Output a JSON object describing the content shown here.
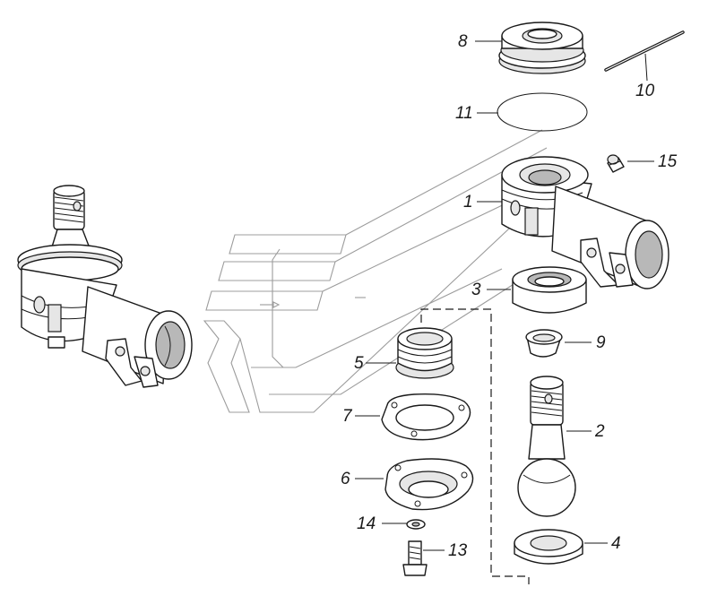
{
  "callouts": {
    "c1": "1",
    "c2": "2",
    "c3": "3",
    "c4": "4",
    "c5": "5",
    "c6": "6",
    "c7": "7",
    "c8": "8",
    "c9": "9",
    "c10": "10",
    "c11": "11",
    "c13": "13",
    "c14": "14",
    "c15": "15"
  },
  "colors": {
    "line": "#1a1a1a",
    "watermark": "#9c9c9c",
    "background": "#ffffff"
  }
}
